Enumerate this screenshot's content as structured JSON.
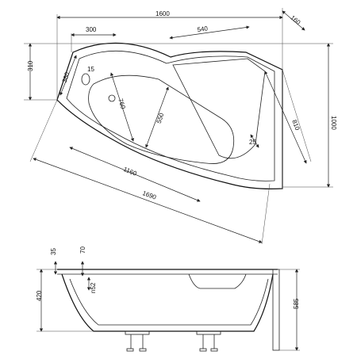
{
  "plan_view": {
    "dim_top_width": "1600",
    "dim_corner": "160",
    "dim_300": "300",
    "dim_540": "540",
    "dim_310": "310",
    "dim_380": "380",
    "dim_15": "15",
    "dim_760": "760",
    "dim_550": "550",
    "dim_25": "25",
    "dim_810": "810",
    "dim_1000": "1000",
    "dim_1160": "1160",
    "dim_1690": "1690"
  },
  "side_view": {
    "dim_35": "35",
    "dim_70": "70",
    "dim_n52": "n52",
    "dim_420": "420",
    "dim_585": "585"
  }
}
